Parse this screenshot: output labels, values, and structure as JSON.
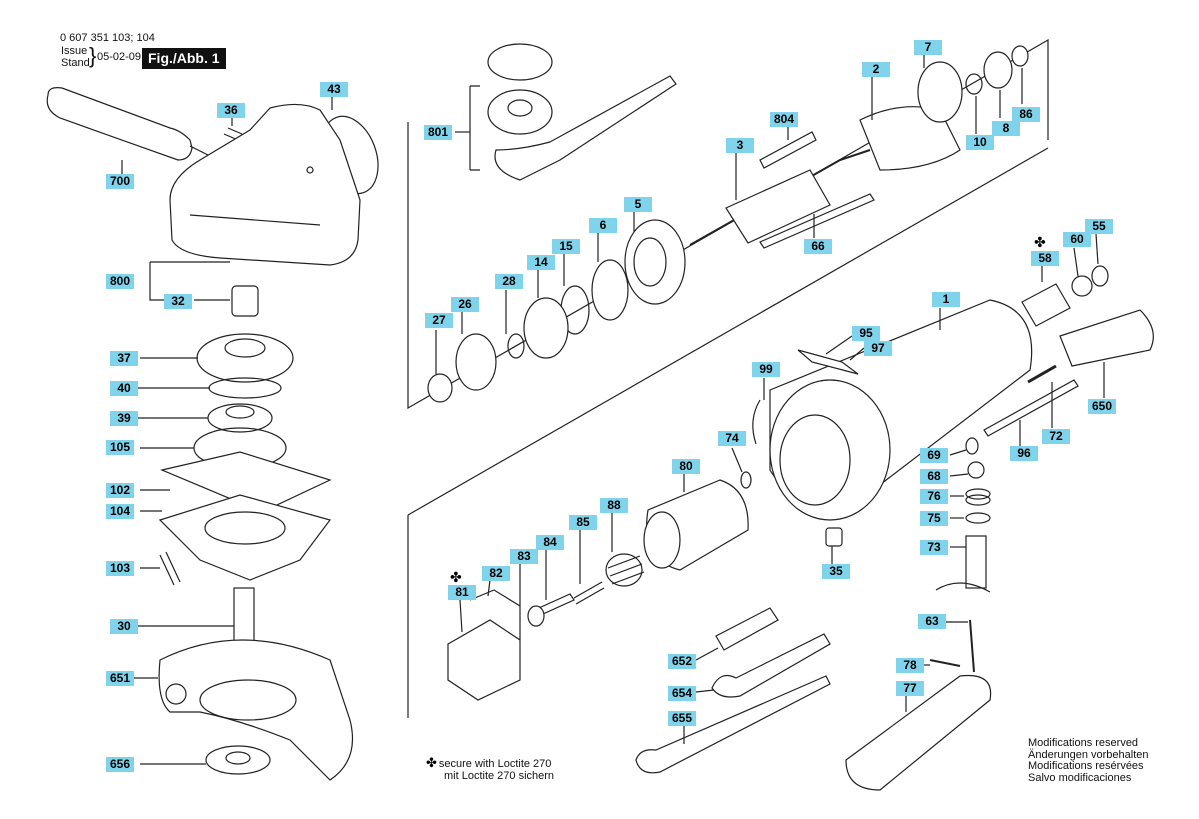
{
  "header": {
    "part_number": "0 607 351 103; 104",
    "issue_label": "Issue",
    "stand_label": "Stand",
    "date": "05-02-09",
    "figure_tag": "Fig./Abb. 1"
  },
  "labels": [
    {
      "id": "43",
      "text": "43"
    },
    {
      "id": "36",
      "text": "36"
    },
    {
      "id": "700",
      "text": "700"
    },
    {
      "id": "800",
      "text": "800"
    },
    {
      "id": "32",
      "text": "32"
    },
    {
      "id": "37",
      "text": "37"
    },
    {
      "id": "40",
      "text": "40"
    },
    {
      "id": "39",
      "text": "39"
    },
    {
      "id": "105",
      "text": "105"
    },
    {
      "id": "102",
      "text": "102"
    },
    {
      "id": "104",
      "text": "104"
    },
    {
      "id": "103",
      "text": "103"
    },
    {
      "id": "30",
      "text": "30"
    },
    {
      "id": "651",
      "text": "651"
    },
    {
      "id": "656",
      "text": "656"
    },
    {
      "id": "801",
      "text": "801"
    },
    {
      "id": "804",
      "text": "804"
    },
    {
      "id": "3",
      "text": "3"
    },
    {
      "id": "2",
      "text": "2"
    },
    {
      "id": "7",
      "text": "7"
    },
    {
      "id": "8",
      "text": "8"
    },
    {
      "id": "86",
      "text": "86"
    },
    {
      "id": "10",
      "text": "10"
    },
    {
      "id": "66",
      "text": "66"
    },
    {
      "id": "5",
      "text": "5"
    },
    {
      "id": "6",
      "text": "6"
    },
    {
      "id": "15",
      "text": "15"
    },
    {
      "id": "14",
      "text": "14"
    },
    {
      "id": "28",
      "text": "28"
    },
    {
      "id": "26",
      "text": "26"
    },
    {
      "id": "27",
      "text": "27"
    },
    {
      "id": "60",
      "text": "60"
    },
    {
      "id": "55",
      "text": "55"
    },
    {
      "id": "58",
      "text": "58"
    },
    {
      "id": "1",
      "text": "1"
    },
    {
      "id": "95",
      "text": "95"
    },
    {
      "id": "97",
      "text": "97"
    },
    {
      "id": "99",
      "text": "99"
    },
    {
      "id": "650",
      "text": "650"
    },
    {
      "id": "74",
      "text": "74"
    },
    {
      "id": "80",
      "text": "80"
    },
    {
      "id": "72",
      "text": "72"
    },
    {
      "id": "96",
      "text": "96"
    },
    {
      "id": "69",
      "text": "69"
    },
    {
      "id": "68",
      "text": "68"
    },
    {
      "id": "76",
      "text": "76"
    },
    {
      "id": "75",
      "text": "75"
    },
    {
      "id": "73",
      "text": "73"
    },
    {
      "id": "88",
      "text": "88"
    },
    {
      "id": "85",
      "text": "85"
    },
    {
      "id": "84",
      "text": "84"
    },
    {
      "id": "83",
      "text": "83"
    },
    {
      "id": "82",
      "text": "82"
    },
    {
      "id": "81",
      "text": "81"
    },
    {
      "id": "35",
      "text": "35"
    },
    {
      "id": "63",
      "text": "63"
    },
    {
      "id": "652",
      "text": "652"
    },
    {
      "id": "654",
      "text": "654"
    },
    {
      "id": "655",
      "text": "655"
    },
    {
      "id": "78",
      "text": "78"
    },
    {
      "id": "77",
      "text": "77"
    }
  ],
  "loctite_note": {
    "line1": "secure with Loctite 270",
    "line2": "mit Loctite 270 sichern"
  },
  "modifications": [
    "Modifications reserved",
    "Änderungen vorbehalten",
    "Modifications resérvées",
    "Salvo modificaciones"
  ]
}
